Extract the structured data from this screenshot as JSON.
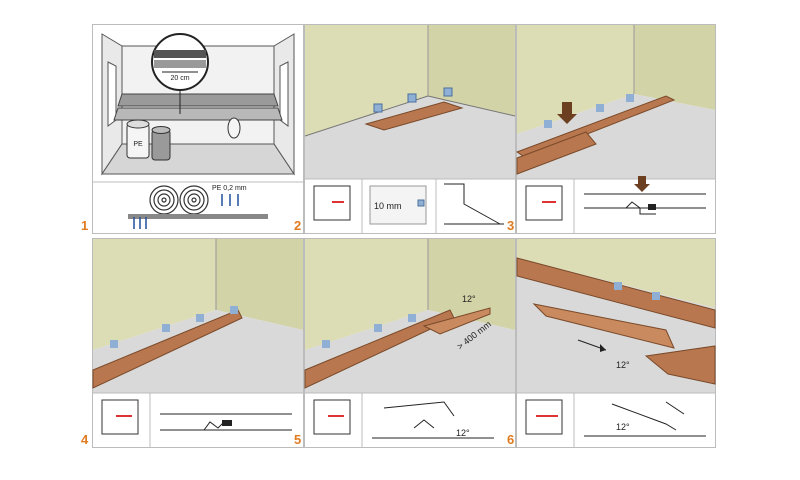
{
  "colors": {
    "wall": "#dcdcb5",
    "floor": "#d9d9d9",
    "board": "#b8774e",
    "board_dark": "#9a5e3a",
    "spacer": "#8fb0d4",
    "frame": "#bcbcbc",
    "accent_number": "#e07b1f",
    "arrow": "#6b3f1f"
  },
  "steps": [
    {
      "number": "1",
      "labels": {
        "overlap": "20 cm",
        "roll": "PE",
        "foil": "PE 0,2 mm"
      }
    },
    {
      "number": "2",
      "labels": {
        "gap": "10 mm"
      }
    },
    {
      "number": "3",
      "labels": {}
    },
    {
      "number": "4",
      "labels": {}
    },
    {
      "number": "5",
      "labels": {
        "angle": "12°",
        "distance": "> 400 mm"
      }
    },
    {
      "number": "6",
      "labels": {
        "angle_floor": "12°",
        "angle_detail": "12°"
      }
    }
  ]
}
